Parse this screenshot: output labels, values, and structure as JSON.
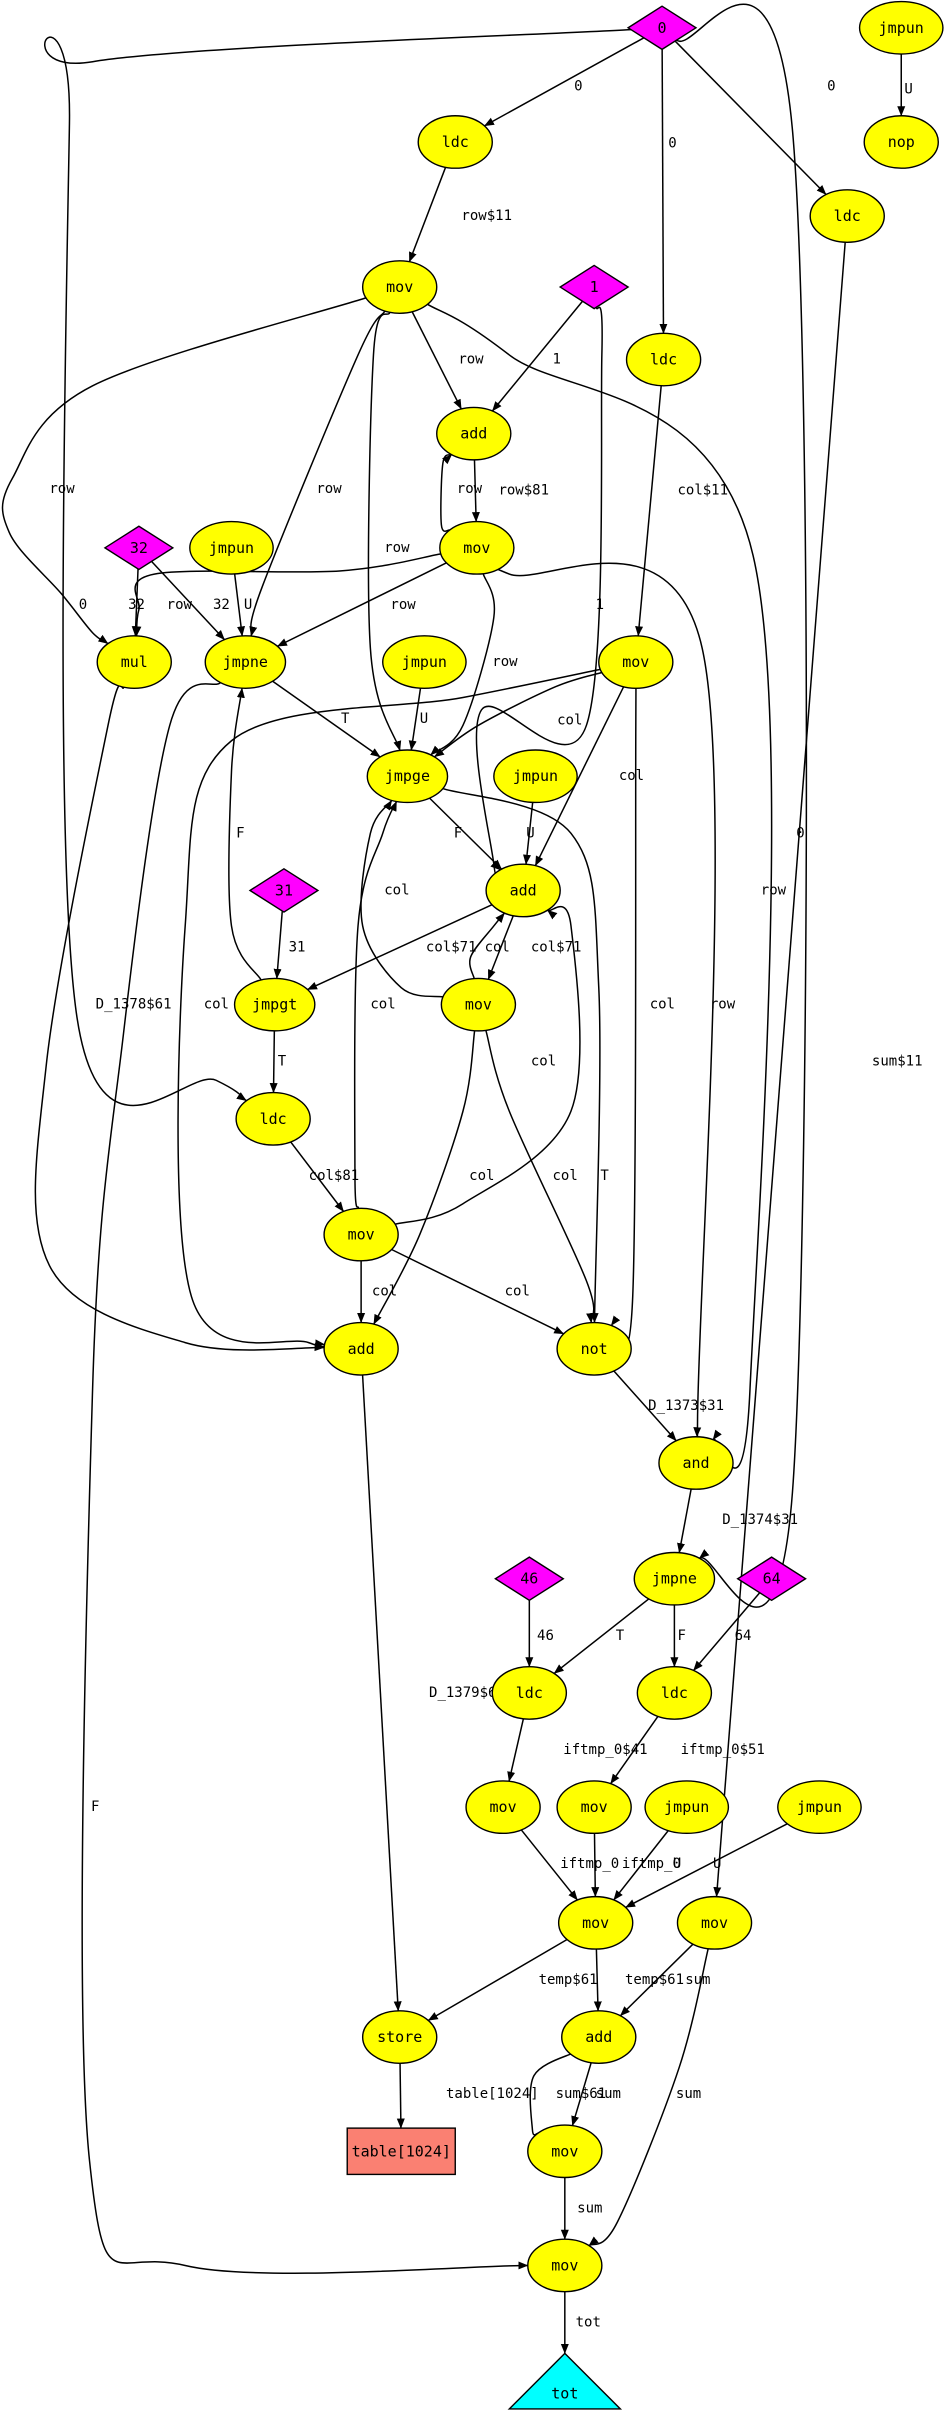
{
  "colors": {
    "op_node": "#ffff00",
    "const_node": "#ff00ff",
    "array_node": "#fa8072",
    "output_node": "#00ffff",
    "edge": "#000000"
  },
  "nodes": {
    "c0": {
      "label": "0",
      "shape": "diamond",
      "color": "#ff00ff"
    },
    "jmpun_tr": {
      "label": "jmpun",
      "shape": "ellipse",
      "color": "#ffff00"
    },
    "nop": {
      "label": "nop",
      "shape": "ellipse",
      "color": "#ffff00"
    },
    "ldc_row": {
      "label": "ldc",
      "shape": "ellipse",
      "color": "#ffff00"
    },
    "ldc_sum": {
      "label": "ldc",
      "shape": "ellipse",
      "color": "#ffff00"
    },
    "mov_row": {
      "label": "mov",
      "shape": "ellipse",
      "color": "#ffff00"
    },
    "c1": {
      "label": "1",
      "shape": "diamond",
      "color": "#ff00ff"
    },
    "ldc_col": {
      "label": "ldc",
      "shape": "ellipse",
      "color": "#ffff00"
    },
    "add_row": {
      "label": "add",
      "shape": "ellipse",
      "color": "#ffff00"
    },
    "mov_row2": {
      "label": "mov",
      "shape": "ellipse",
      "color": "#ffff00"
    },
    "c32": {
      "label": "32",
      "shape": "diamond",
      "color": "#ff00ff"
    },
    "jmpun_a": {
      "label": "jmpun",
      "shape": "ellipse",
      "color": "#ffff00"
    },
    "mul": {
      "label": "mul",
      "shape": "ellipse",
      "color": "#ffff00"
    },
    "jmpne1": {
      "label": "jmpne",
      "shape": "ellipse",
      "color": "#ffff00"
    },
    "mov_col": {
      "label": "mov",
      "shape": "ellipse",
      "color": "#ffff00"
    },
    "jmpun_b": {
      "label": "jmpun",
      "shape": "ellipse",
      "color": "#ffff00"
    },
    "jmpge": {
      "label": "jmpge",
      "shape": "ellipse",
      "color": "#ffff00"
    },
    "jmpun_c": {
      "label": "jmpun",
      "shape": "ellipse",
      "color": "#ffff00"
    },
    "add_col": {
      "label": "add",
      "shape": "ellipse",
      "color": "#ffff00"
    },
    "c31": {
      "label": "31",
      "shape": "diamond",
      "color": "#ff00ff"
    },
    "jmpgt": {
      "label": "jmpgt",
      "shape": "ellipse",
      "color": "#ffff00"
    },
    "mov_col2": {
      "label": "mov",
      "shape": "ellipse",
      "color": "#ffff00"
    },
    "ldc_c8": {
      "label": "ldc",
      "shape": "ellipse",
      "color": "#ffff00"
    },
    "mov_col3": {
      "label": "mov",
      "shape": "ellipse",
      "color": "#ffff00"
    },
    "add_idx": {
      "label": "add",
      "shape": "ellipse",
      "color": "#ffff00"
    },
    "not": {
      "label": "not",
      "shape": "ellipse",
      "color": "#ffff00"
    },
    "and": {
      "label": "and",
      "shape": "ellipse",
      "color": "#ffff00"
    },
    "jmpne2": {
      "label": "jmpne",
      "shape": "ellipse",
      "color": "#ffff00"
    },
    "c46": {
      "label": "46",
      "shape": "diamond",
      "color": "#ff00ff"
    },
    "c64": {
      "label": "64",
      "shape": "diamond",
      "color": "#ff00ff"
    },
    "ldc46": {
      "label": "ldc",
      "shape": "ellipse",
      "color": "#ffff00"
    },
    "ldc64": {
      "label": "ldc",
      "shape": "ellipse",
      "color": "#ffff00"
    },
    "mov_a": {
      "label": "mov",
      "shape": "ellipse",
      "color": "#ffff00"
    },
    "mov_b": {
      "label": "mov",
      "shape": "ellipse",
      "color": "#ffff00"
    },
    "jmpun_d": {
      "label": "jmpun",
      "shape": "ellipse",
      "color": "#ffff00"
    },
    "jmpun_e": {
      "label": "jmpun",
      "shape": "ellipse",
      "color": "#ffff00"
    },
    "mov_temp": {
      "label": "mov",
      "shape": "ellipse",
      "color": "#ffff00"
    },
    "mov_sum": {
      "label": "mov",
      "shape": "ellipse",
      "color": "#ffff00"
    },
    "store": {
      "label": "store",
      "shape": "ellipse",
      "color": "#ffff00"
    },
    "add_sum": {
      "label": "add",
      "shape": "ellipse",
      "color": "#ffff00"
    },
    "table": {
      "label": "table[1024]",
      "shape": "box",
      "color": "#fa8072"
    },
    "mov_sum2": {
      "label": "mov",
      "shape": "ellipse",
      "color": "#ffff00"
    },
    "mov_tot": {
      "label": "mov",
      "shape": "ellipse",
      "color": "#ffff00"
    },
    "tot": {
      "label": "tot",
      "shape": "triangle",
      "color": "#00ffff"
    }
  },
  "edges": [
    {
      "from": "c0",
      "to": "ldc_row",
      "label": "0"
    },
    {
      "from": "c0",
      "to": "ldc_col",
      "label": "0"
    },
    {
      "from": "c0",
      "to": "ldc_sum",
      "label": "0"
    },
    {
      "from": "c0",
      "to": "jmpne2",
      "label": "0"
    },
    {
      "from": "c0",
      "to": "ldc_c8",
      "label": "0"
    },
    {
      "from": "jmpun_tr",
      "to": "nop",
      "label": "U"
    },
    {
      "from": "ldc_row",
      "to": "mov_row",
      "label": "row$11"
    },
    {
      "from": "mov_row",
      "to": "add_row",
      "label": "row"
    },
    {
      "from": "mov_row",
      "to": "mul",
      "label": "row"
    },
    {
      "from": "mov_row",
      "to": "jmpne1",
      "label": "row"
    },
    {
      "from": "mov_row",
      "to": "jmpge",
      "label": "row"
    },
    {
      "from": "mov_row",
      "to": "and",
      "label": "row"
    },
    {
      "from": "c1",
      "to": "add_row",
      "label": "1"
    },
    {
      "from": "c1",
      "to": "add_col",
      "label": "1"
    },
    {
      "from": "add_row",
      "to": "mov_row2",
      "label": "row$81"
    },
    {
      "from": "mov_row2",
      "to": "add_row",
      "label": "row"
    },
    {
      "from": "mov_row2",
      "to": "mul",
      "label": "row"
    },
    {
      "from": "mov_row2",
      "to": "jmpne1",
      "label": "row"
    },
    {
      "from": "mov_row2",
      "to": "jmpge",
      "label": "row"
    },
    {
      "from": "mov_row2",
      "to": "and",
      "label": "row"
    },
    {
      "from": "ldc_col",
      "to": "mov_col",
      "label": "col$11"
    },
    {
      "from": "c32",
      "to": "mul",
      "label": "32"
    },
    {
      "from": "c32",
      "to": "jmpne1",
      "label": "32"
    },
    {
      "from": "jmpun_a",
      "to": "jmpne1",
      "label": "U"
    },
    {
      "from": "mul",
      "to": "add_idx",
      "label": "D_1378$61"
    },
    {
      "from": "jmpne1",
      "to": "jmpge",
      "label": "T"
    },
    {
      "from": "jmpne1",
      "to": "mov_tot",
      "label": "F"
    },
    {
      "from": "mov_col",
      "to": "jmpge",
      "label": "col"
    },
    {
      "from": "mov_col",
      "to": "add_col",
      "label": "col"
    },
    {
      "from": "mov_col",
      "to": "not",
      "label": "col"
    },
    {
      "from": "mov_col",
      "to": "add_idx",
      "label": "col"
    },
    {
      "from": "jmpun_b",
      "to": "jmpge",
      "label": "U"
    },
    {
      "from": "jmpge",
      "to": "add_col",
      "label": "F"
    },
    {
      "from": "jmpge",
      "to": "not",
      "label": "T"
    },
    {
      "from": "jmpun_c",
      "to": "add_col",
      "label": "U"
    },
    {
      "from": "add_col",
      "to": "jmpgt",
      "label": "col$71"
    },
    {
      "from": "add_col",
      "to": "mov_col2",
      "label": "col$71"
    },
    {
      "from": "mov_col2",
      "to": "add_col",
      "label": "col"
    },
    {
      "from": "mov_col2",
      "to": "jmpge",
      "label": "col"
    },
    {
      "from": "mov_col2",
      "to": "not",
      "label": "col"
    },
    {
      "from": "mov_col2",
      "to": "add_idx",
      "label": "col"
    },
    {
      "from": "c31",
      "to": "jmpgt",
      "label": "31"
    },
    {
      "from": "jmpgt",
      "to": "jmpne1",
      "label": "F"
    },
    {
      "from": "jmpgt",
      "to": "ldc_c8",
      "label": "T"
    },
    {
      "from": "ldc_c8",
      "to": "mov_col3",
      "label": "col$81"
    },
    {
      "from": "mov_col3",
      "to": "jmpge",
      "label": "col"
    },
    {
      "from": "mov_col3",
      "to": "add_col",
      "label": "col"
    },
    {
      "from": "mov_col3",
      "to": "add_idx",
      "label": "col"
    },
    {
      "from": "mov_col3",
      "to": "not",
      "label": "col"
    },
    {
      "from": "not",
      "to": "and",
      "label": "D_1373$31"
    },
    {
      "from": "and",
      "to": "jmpne2",
      "label": "D_1374$31"
    },
    {
      "from": "jmpne2",
      "to": "ldc46",
      "label": "T"
    },
    {
      "from": "jmpne2",
      "to": "ldc64",
      "label": "F"
    },
    {
      "from": "c46",
      "to": "ldc46",
      "label": "46"
    },
    {
      "from": "c64",
      "to": "ldc64",
      "label": "64"
    },
    {
      "from": "ldc46",
      "to": "mov_a",
      "label": "iftmp_0$41"
    },
    {
      "from": "ldc64",
      "to": "mov_b",
      "label": "iftmp_0$51"
    },
    {
      "from": "mov_a",
      "to": "mov_temp",
      "label": "iftmp_0"
    },
    {
      "from": "mov_b",
      "to": "mov_temp",
      "label": "iftmp_0"
    },
    {
      "from": "jmpun_d",
      "to": "mov_temp",
      "label": "U"
    },
    {
      "from": "jmpun_e",
      "to": "mov_temp",
      "label": "U"
    },
    {
      "from": "ldc_sum",
      "to": "mov_sum",
      "label": "sum$11"
    },
    {
      "from": "add_idx",
      "to": "store",
      "label": "D_1379$61"
    },
    {
      "from": "mov_temp",
      "to": "store",
      "label": "temp$61"
    },
    {
      "from": "mov_temp",
      "to": "add_sum",
      "label": "temp$61"
    },
    {
      "from": "mov_sum",
      "to": "add_sum",
      "label": "sum"
    },
    {
      "from": "mov_sum",
      "to": "mov_tot",
      "label": "sum"
    },
    {
      "from": "store",
      "to": "table",
      "label": "table[1024]"
    },
    {
      "from": "add_sum",
      "to": "mov_sum2",
      "label": "sum$61"
    },
    {
      "from": "mov_sum2",
      "to": "add_sum",
      "label": "sum"
    },
    {
      "from": "mov_sum2",
      "to": "mov_tot",
      "label": "sum"
    },
    {
      "from": "mov_tot",
      "to": "tot",
      "label": "tot"
    }
  ]
}
